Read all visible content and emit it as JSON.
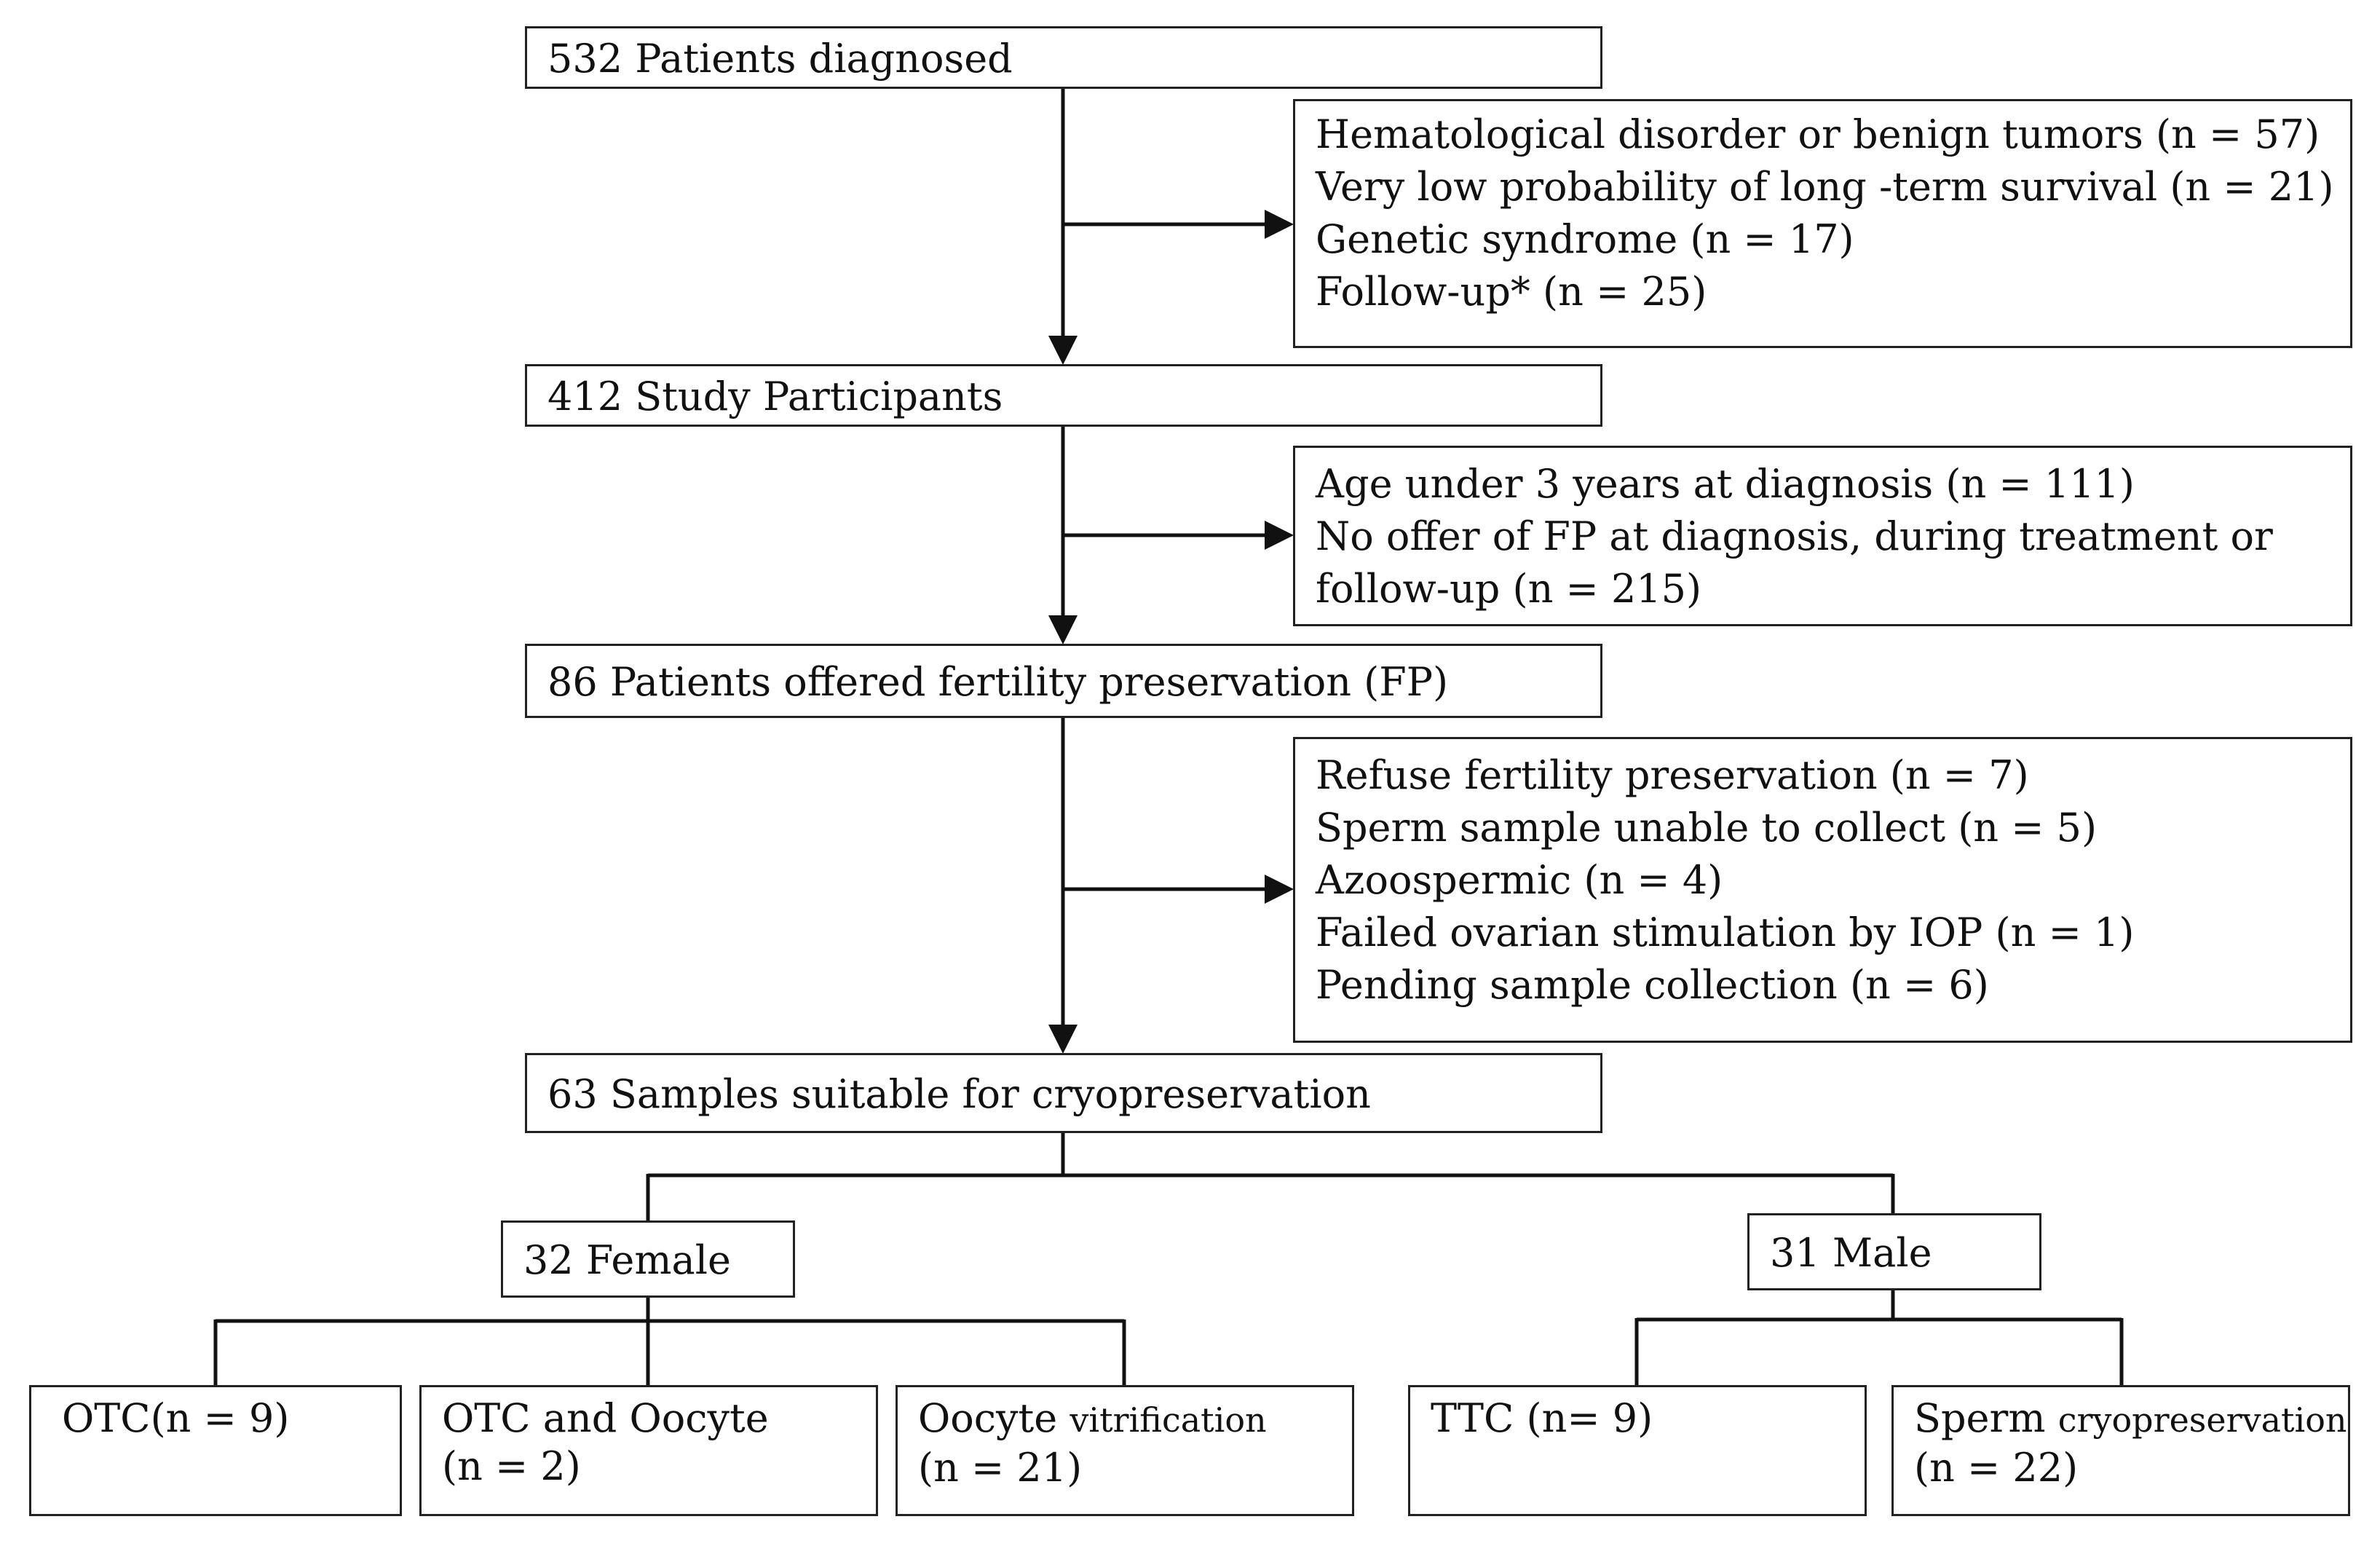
{
  "nodes": {
    "diagnosed": "532 Patients diagnosed",
    "participants": "412 Study Participants",
    "offered": "86 Patients offered fertility preservation (FP)",
    "suitable": "63 Samples suitable for cryopreservation",
    "female": "32 Female",
    "male": "31 Male"
  },
  "exclusions": [
    {
      "lines": [
        "Hematological disorder or benign tumors (n = 57)",
        "Very low probability of long -term survival (n = 21)",
        "Genetic syndrome (n = 17)",
        "Follow-up* (n = 25)"
      ]
    },
    {
      "lines": [
        "Age under 3 years at diagnosis (n = 111)",
        "No offer of FP at diagnosis, during treatment or",
        "follow-up (n = 215)"
      ]
    },
    {
      "lines": [
        "Refuse fertility preservation (n = 7)",
        "Sperm sample unable to collect (n = 5)",
        "Azoospermic (n = 4)",
        "Failed ovarian stimulation by IOP (n = 1)",
        "Pending sample collection (n = 6)"
      ]
    }
  ],
  "female_outcomes": [
    {
      "title": "OTC",
      "title_small": "",
      "count": "(n = 9)"
    },
    {
      "title": "OTC and Oocyte",
      "title_small": "",
      "count": "(n = 2)"
    },
    {
      "title": "Oocyte",
      "title_small": "vitrification",
      "count": "(n = 21)"
    }
  ],
  "male_outcomes": [
    {
      "title": "TTC",
      "title_small": "",
      "count": "(n= 9)"
    },
    {
      "title": "Sperm",
      "title_small": "cryopreservation",
      "count": "(n = 22)"
    }
  ]
}
